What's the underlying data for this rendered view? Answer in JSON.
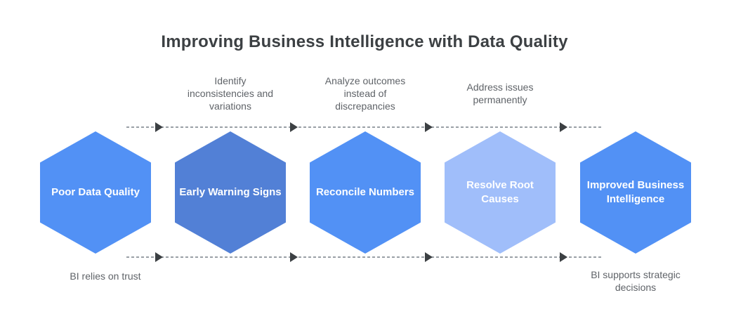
{
  "title": "Improving Business Intelligence with Data Quality",
  "steps": [
    {
      "label": "Poor Data Quality",
      "color": "#5291F5"
    },
    {
      "label": "Early Warning Signs",
      "color": "#5280D6"
    },
    {
      "label": "Reconcile Numbers",
      "color": "#5291F5"
    },
    {
      "label": "Resolve Root\nCauses",
      "color": "#A0BEFA"
    },
    {
      "label": "Improved Business\nIntelligence",
      "color": "#5291F5"
    }
  ],
  "top_annotations": [
    "Identify\ninconsistencies and\nvariations",
    "Analyze outcomes\ninstead of\ndiscrepancies",
    "Address issues\npermanently"
  ],
  "bottom_annotations": [
    "BI relies on trust",
    "BI supports strategic\ndecisions"
  ],
  "colors": {
    "background": "#FFFFFF",
    "title_text": "#3C4043",
    "annotation_text": "#5F6368",
    "hexagon_label_text": "#FFFFFF",
    "arrow_dotted_line": "#9AA0A6",
    "arrowhead": "#3C4043"
  }
}
